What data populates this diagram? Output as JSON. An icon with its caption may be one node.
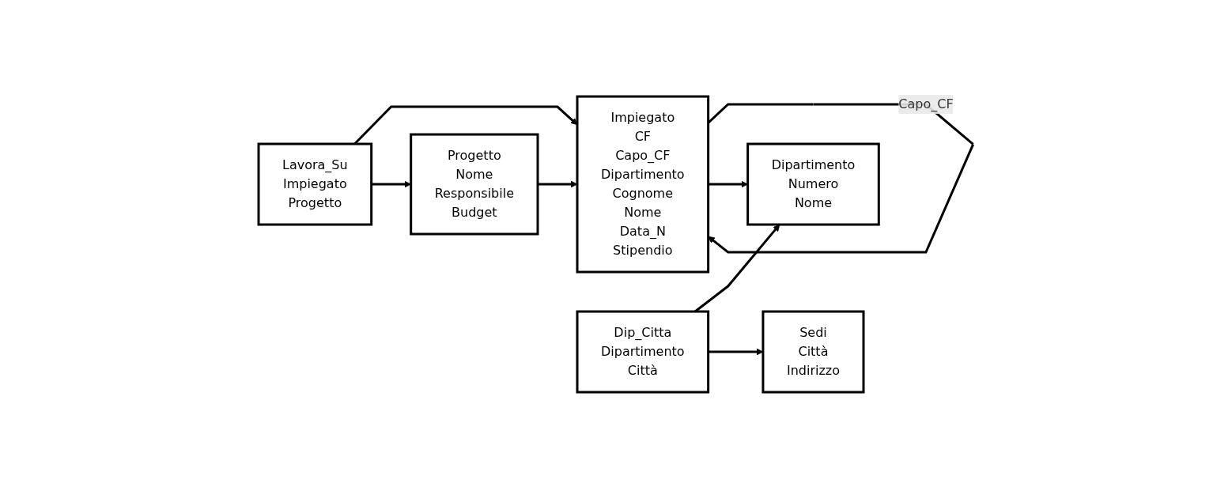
{
  "diagram": {
    "nodes": [
      {
        "text": [
          "Impiegato",
          "CF",
          "Capo_CF",
          "Dipartimento",
          "Cognome",
          "Nome",
          "Data_N",
          "Stipendio"
        ]
      },
      {
        "text": [
          "Dipartimento",
          "Numero",
          "Nome"
        ]
      },
      {
        "text": [
          "Dip_Citta",
          "Dipartimento",
          "Città"
        ]
      },
      {
        "text": [
          "Lavora_Su",
          "Impiegato",
          "Progetto"
        ]
      },
      {
        "text": [
          "Sedi",
          "Città",
          "Indirizzo"
        ]
      },
      {
        "text": [
          "Progetto",
          "Nome",
          "Responsibile",
          "Budget"
        ]
      }
    ],
    "edges": [
      {
        "from": 0,
        "to": 0,
        "arrow": "to",
        "label": "Capo_CF"
      },
      {
        "from": 0,
        "to": 1,
        "arrow": "to"
      },
      {
        "from": 2,
        "to": 1,
        "arrow": "to"
      },
      {
        "from": 2,
        "to": 4,
        "arrow": "to"
      },
      {
        "from": 3,
        "to": 0,
        "arrow": "to"
      },
      {
        "from": 3,
        "to": 5,
        "arrow": "to"
      },
      {
        "from": 5,
        "to": 0,
        "arrow": "to"
      }
    ]
  }
}
